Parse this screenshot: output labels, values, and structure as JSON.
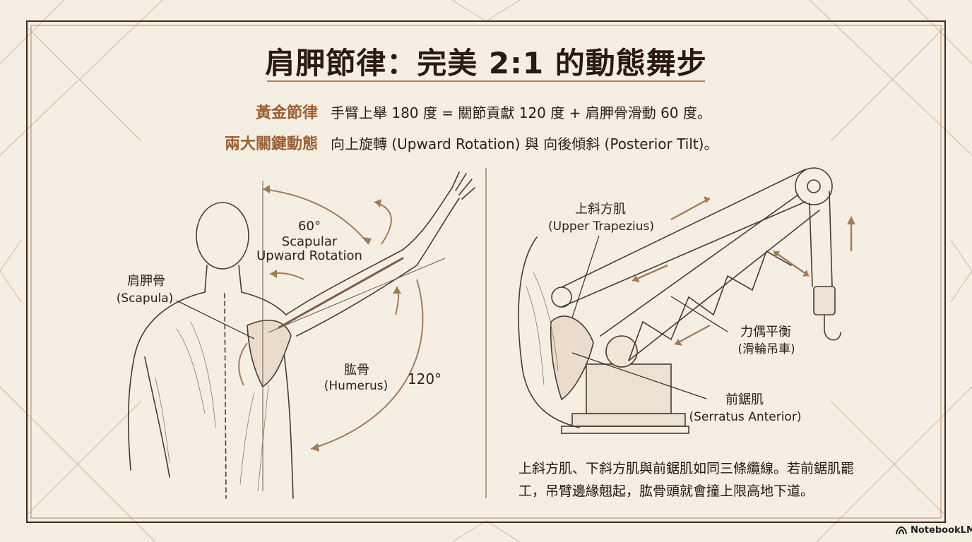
{
  "title": "肩胛節律：完美 2:1 的動態舞步",
  "rows": [
    {
      "label": "黃金節律",
      "text": "手臂上舉 180 度 = 關節貢獻 120 度 + 肩胛骨滑動 60 度。"
    },
    {
      "label": "兩大關鍵動態",
      "text": "向上旋轉 (Upward Rotation) 與 向後傾斜 (Posterior Tilt)。"
    }
  ],
  "left_panel": {
    "angle_top": "60°",
    "angle_top_caption_1": "Scapular",
    "angle_top_caption_2": "Upward Rotation",
    "scapula_zh": "肩胛骨",
    "scapula_en": "(Scapula)",
    "humerus_zh": "肱骨",
    "humerus_en": "(Humerus)",
    "angle_bottom": "120°"
  },
  "right_panel": {
    "upper_trap_zh": "上斜方肌",
    "upper_trap_en": "(Upper Trapezius)",
    "force_couple_zh": "力偶平衡",
    "force_couple_en": "(滑輪吊車)",
    "serratus_zh": "前鋸肌",
    "serratus_en": "(Serratus Anterior)",
    "note_line_1": "上斜方肌、下斜方肌與前鋸肌如同三條纜線。若前鋸肌罷",
    "note_line_2": "工，吊臂邊緣翹起，肱骨頭就會撞上限高地下道。"
  },
  "brand": "NotebookLM",
  "colors": {
    "background": "#f5efe3",
    "accent": "#9a5f33",
    "arrow": "#b08a5c",
    "line": "#3a2a20"
  }
}
